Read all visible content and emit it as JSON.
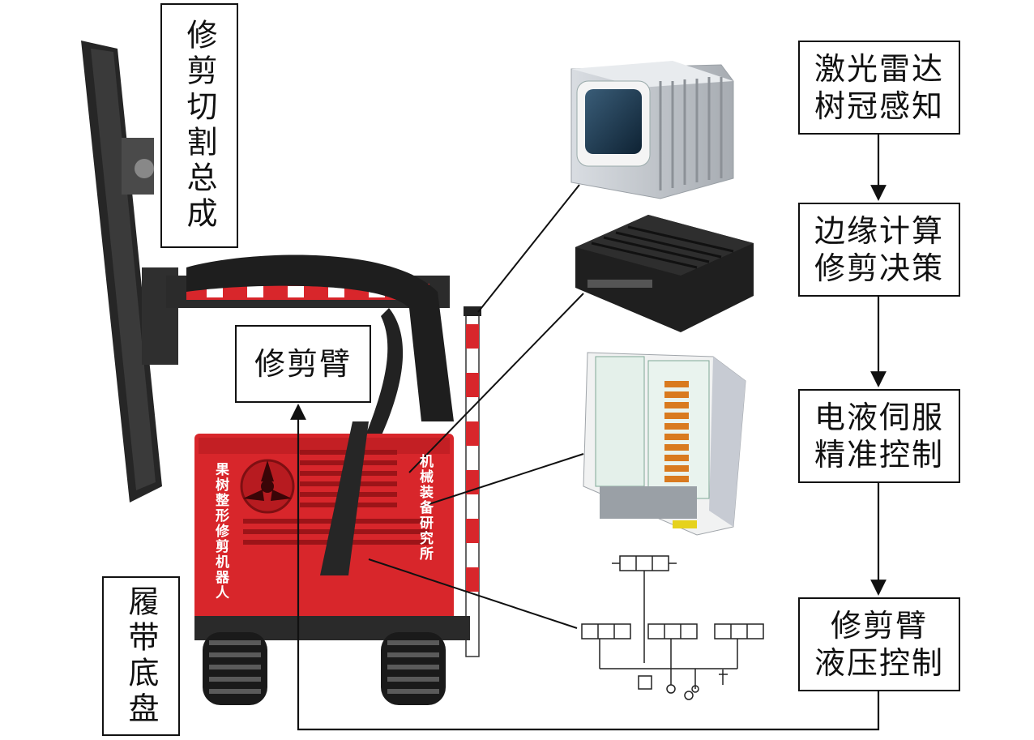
{
  "labels": {
    "cutting_assembly": "修剪切割总成",
    "trimming_arm": "修剪臂",
    "crawler_chassis": "履带底盘",
    "robot_side_text": "果树整形修剪机器人",
    "institute_side_text": "机械装备研究所"
  },
  "flow": [
    {
      "line1": "激光雷达",
      "line2": "树冠感知"
    },
    {
      "line1": "边缘计算",
      "line2": "修剪决策"
    },
    {
      "line1": "电液伺服",
      "line2": "精准控制"
    },
    {
      "line1": "修剪臂",
      "line2": "液压控制"
    }
  ],
  "colors": {
    "robot_red": "#d8262b",
    "dark": "#1c1c1c",
    "box_border": "#111111"
  }
}
